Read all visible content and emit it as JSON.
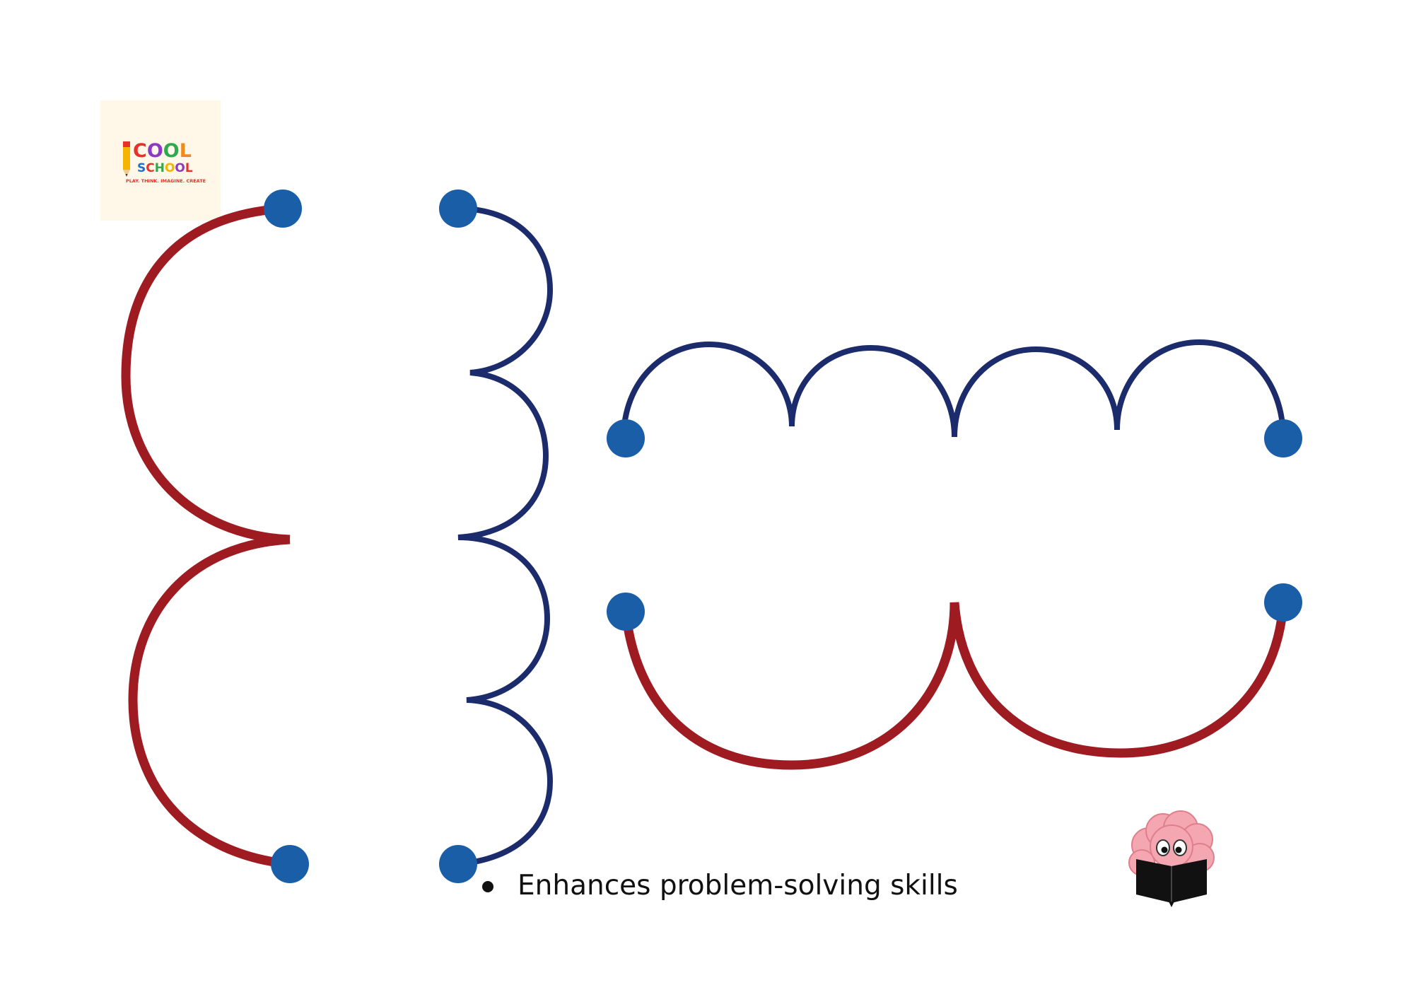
{
  "logo": {
    "word1": "COOL",
    "word2": "SCHOOL",
    "tagline": "PLAY. THINK. IMAGINE. CREATE",
    "word1_colors": [
      "#e6332a",
      "#8e3ac0",
      "#2fa84f",
      "#f08a1c"
    ],
    "word2_colors": [
      "#1f6fd1",
      "#e6332a",
      "#2fa84f",
      "#f5b400",
      "#8e3ac0",
      "#e6332a"
    ],
    "background": "#fff7e8"
  },
  "colors": {
    "red_path": "#9e1b22",
    "blue_path": "#1c2b6b",
    "dot": "#1a5ea8"
  },
  "bullet": {
    "text": "Enhances problem-solving skills"
  },
  "mascot": {
    "icon": "brain-reading-book-icon"
  }
}
